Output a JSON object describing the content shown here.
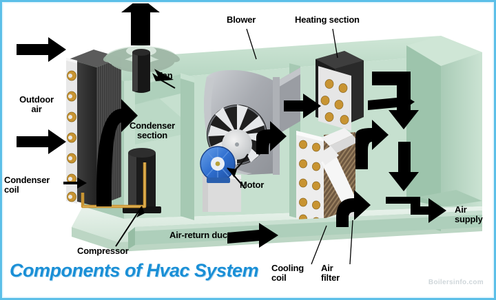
{
  "title": "Components of Hvac System",
  "watermark": "Boilersinfo.com",
  "colors": {
    "title_blue": "#1a8fd6",
    "page_border": "#5bbfe8",
    "cabinet_green": "#b9d8c4",
    "cabinet_green_light": "#d3e7d9",
    "cabinet_green_dark": "#8fb89e",
    "floor_mint": "#e3f0e6",
    "coil_dark": "#3a3a3a",
    "coil_face": "#e8e8e8",
    "copper": "#c89432",
    "blower_gray": "#b0b3b8",
    "motor_blue": "#2f6fd0",
    "filter_brown": "#7a6246",
    "arrow_black": "#000000"
  },
  "labels": [
    {
      "id": "blower",
      "text": "Blower"
    },
    {
      "id": "heating-section",
      "text": "Heating section"
    },
    {
      "id": "fan",
      "text": "Fan"
    },
    {
      "id": "outdoor-air",
      "text": "Outdoor\nair"
    },
    {
      "id": "condenser-section",
      "text": "Condenser\nsection"
    },
    {
      "id": "condenser-coil",
      "text": "Condenser\ncoil"
    },
    {
      "id": "compressor",
      "text": "Compressor"
    },
    {
      "id": "motor",
      "text": "Motor"
    },
    {
      "id": "air-return-duct",
      "text": "Air-return duct"
    },
    {
      "id": "cooling-coil",
      "text": "Cooling\ncoil"
    },
    {
      "id": "air-filter",
      "text": "Air\nfilter"
    },
    {
      "id": "air-supply",
      "text": "Air\nsupply"
    }
  ],
  "label_text": {
    "blower": "Blower",
    "heating_section": "Heating section",
    "fan": "Fan",
    "outdoor_air": "Outdoor\nair",
    "condenser_section": "Condenser\nsection",
    "condenser_coil": "Condenser\ncoil",
    "compressor": "Compressor",
    "motor": "Motor",
    "air_return_duct": "Air-return duct",
    "cooling_coil": "Cooling\ncoil",
    "air_filter": "Air\nfilter",
    "air_supply": "Air\nsupply"
  },
  "components": [
    "condenser-coil",
    "condenser-fan",
    "compressor",
    "blower",
    "blower-motor",
    "heating-coil",
    "cooling-coil",
    "air-filter",
    "air-return-duct",
    "supply-duct"
  ],
  "airflow_arrows": [
    {
      "name": "outdoor-air-in-upper",
      "direction": "right"
    },
    {
      "name": "outdoor-air-in-lower",
      "direction": "right"
    },
    {
      "name": "condenser-exhaust-up",
      "direction": "up"
    },
    {
      "name": "condenser-turn-up",
      "direction": "up-curve"
    },
    {
      "name": "blower-discharge",
      "direction": "right"
    },
    {
      "name": "heating-out",
      "direction": "right"
    },
    {
      "name": "supply-down-curve",
      "direction": "down-curve"
    },
    {
      "name": "supply-down",
      "direction": "down"
    },
    {
      "name": "supply-out-right",
      "direction": "right-curve"
    },
    {
      "name": "return-into-filter",
      "direction": "up-curve"
    },
    {
      "name": "coil-to-blower",
      "direction": "up-curve"
    },
    {
      "name": "air-return-flow",
      "direction": "right"
    }
  ]
}
